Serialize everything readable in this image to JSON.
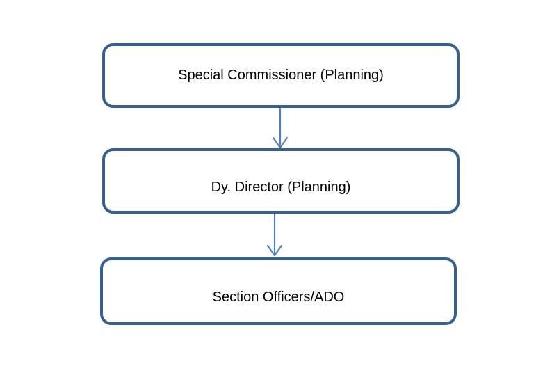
{
  "diagram": {
    "type": "org-chart",
    "nodes": [
      {
        "id": "special-commissioner",
        "label": "Special Commissioner (Planning)",
        "level": 1
      },
      {
        "id": "dy-director",
        "label": "Dy. Director (Planning)",
        "level": 2
      },
      {
        "id": "section-officers",
        "label": "Section Officers/ADO",
        "level": 3
      }
    ],
    "edges": [
      {
        "from": "special-commissioner",
        "to": "dy-director",
        "style": "open-arrow-down"
      },
      {
        "from": "dy-director",
        "to": "section-officers",
        "style": "open-arrow-down"
      }
    ],
    "colors": {
      "box_border": "#376092",
      "box_fill": "#FFFFFF",
      "arrow": "#4F81BD",
      "text": "#000000",
      "background": "#FFFFFF"
    }
  }
}
